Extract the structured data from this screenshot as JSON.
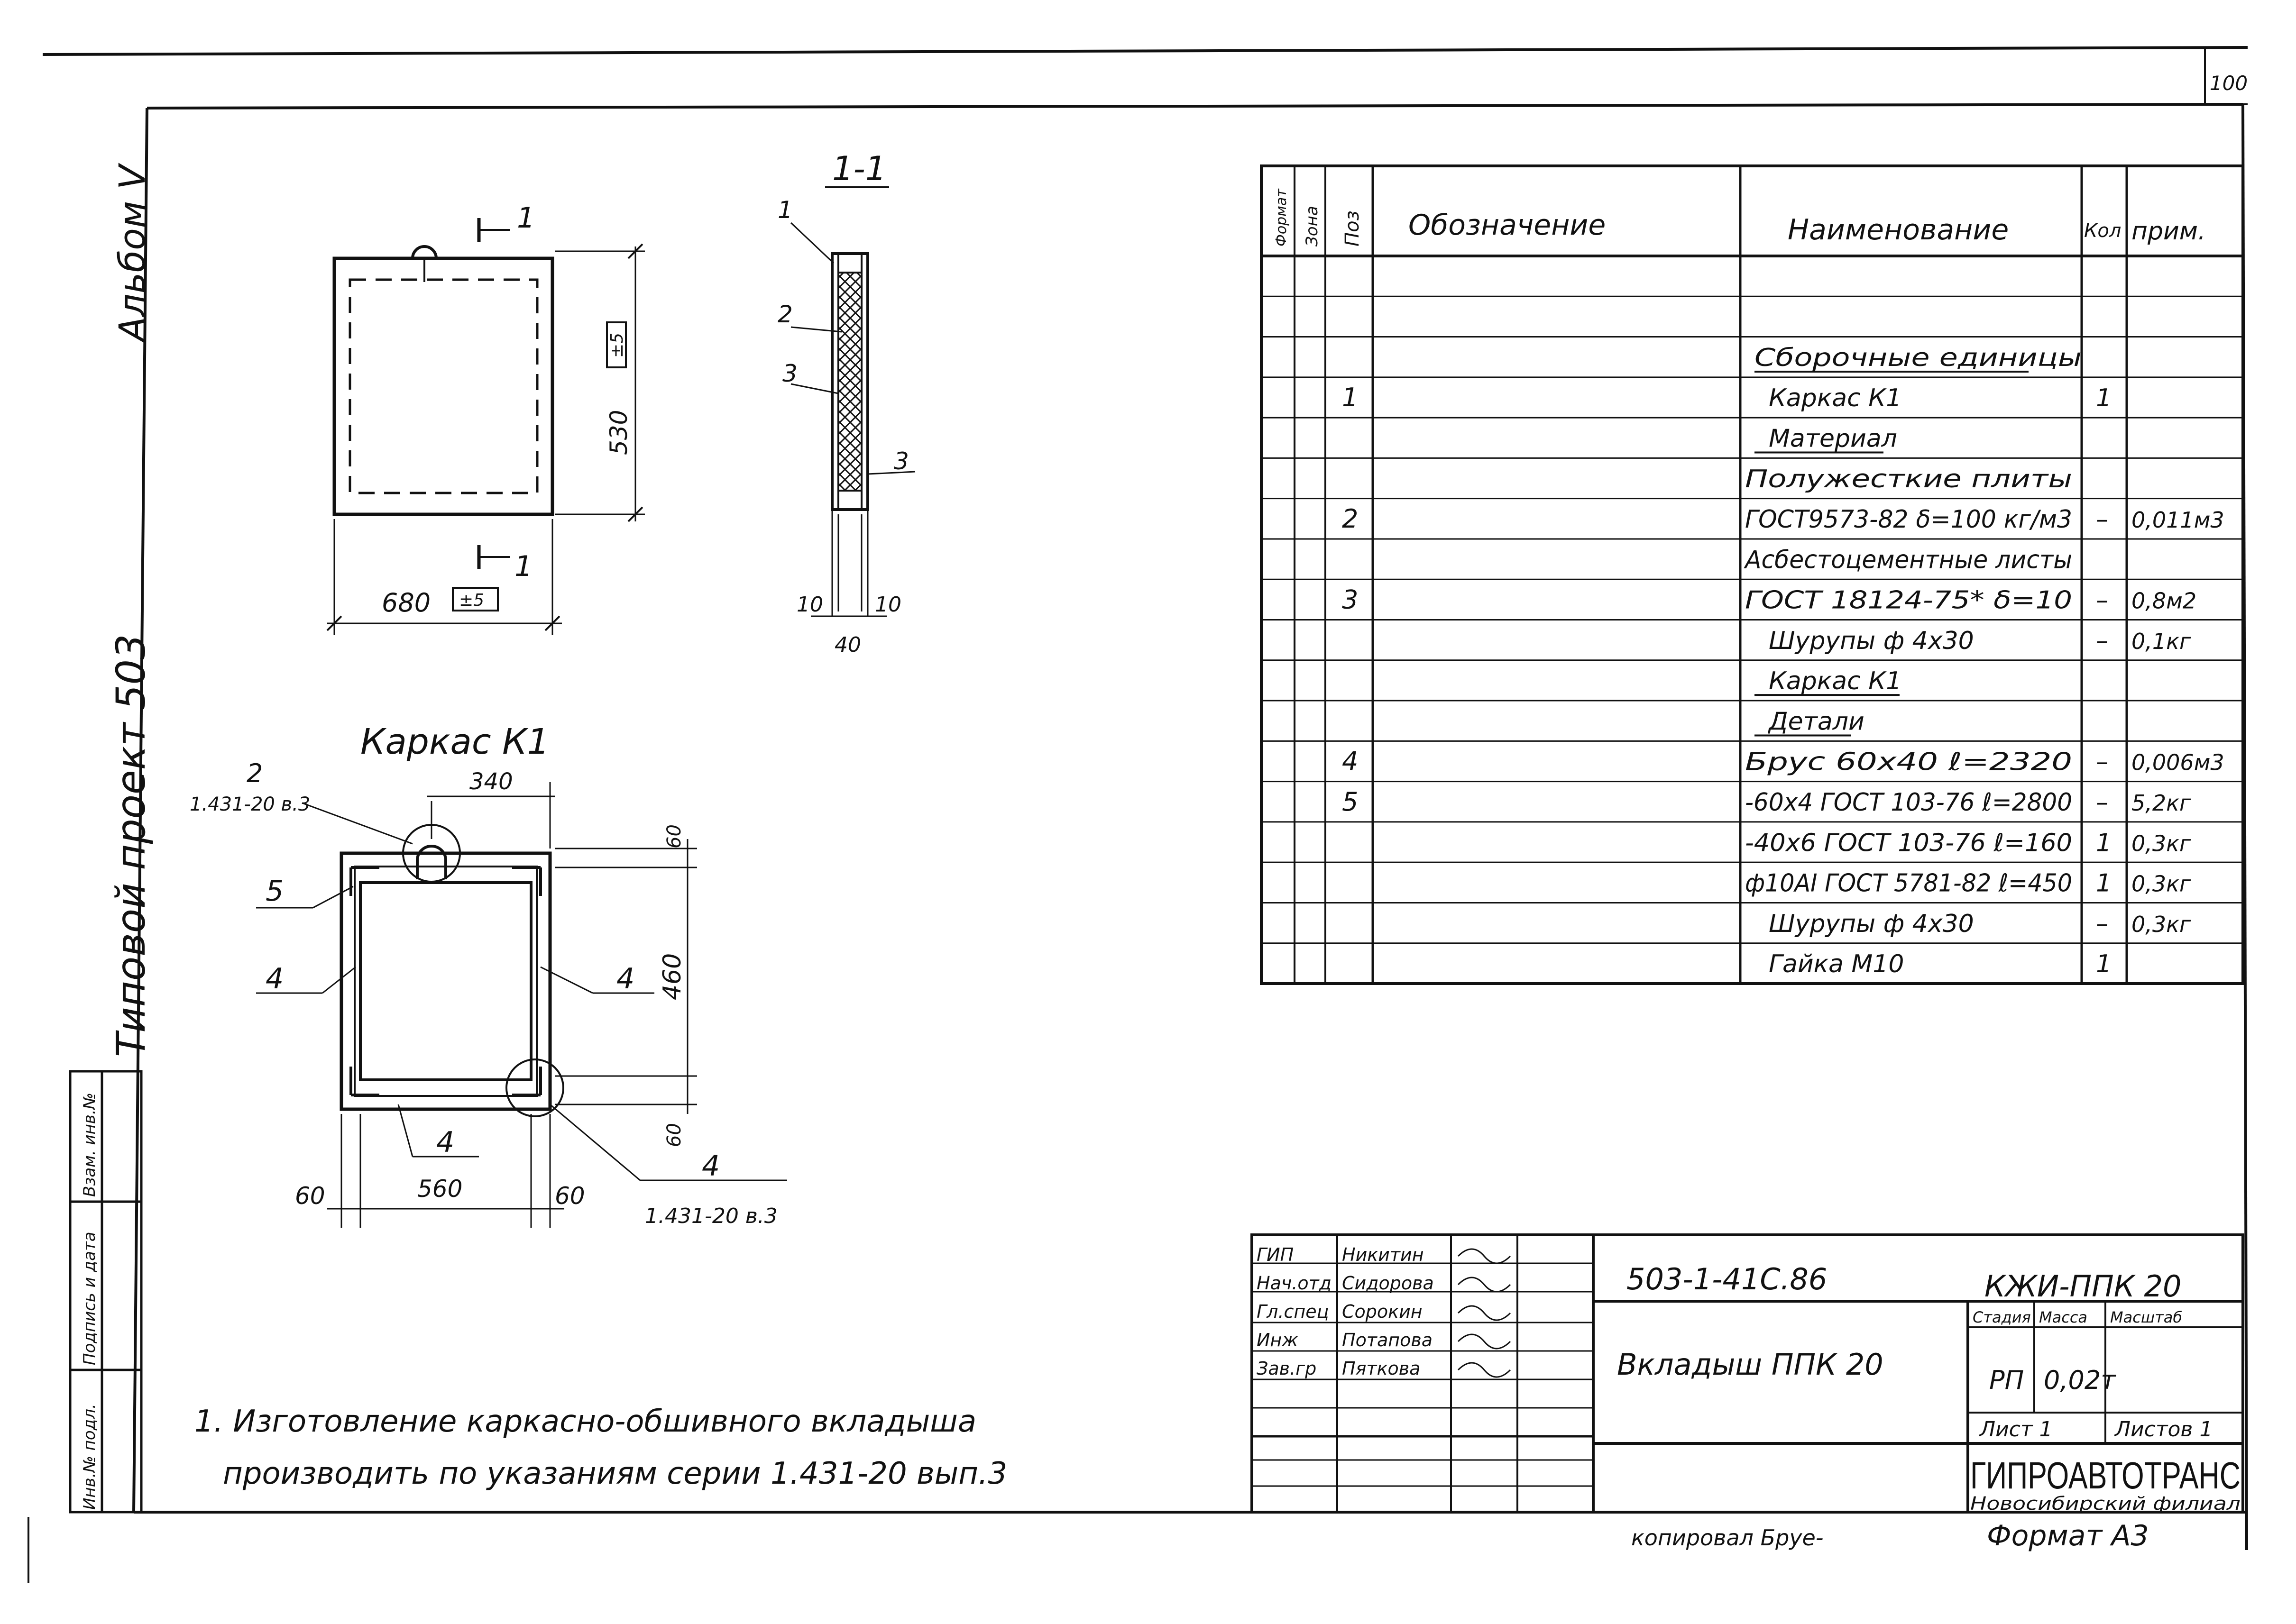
{
  "sheet": {
    "page_number": "100",
    "album": "Альбом V",
    "project": "Типовой проект 503",
    "note_1": "1. Изготовление каркасно-обшивного вкладыша",
    "note_2": "производить по указаниям серии 1.431-20 вып.3",
    "copied": "копировал Бруе-"
  },
  "views": {
    "elevation": {
      "section_mark_top": "1",
      "section_mark_bottom": "1",
      "height_dim": "530",
      "height_tol": "±5",
      "width_dim": "680",
      "width_tol": "±5"
    },
    "section": {
      "title": "1-1",
      "callouts": [
        "1",
        "2",
        "3",
        "3"
      ],
      "dim_left": "10",
      "dim_right": "10",
      "dim_total": "40"
    },
    "frame": {
      "title": "Каркас К1",
      "callout_2": "2",
      "ref_2": "1.431-20 в.3",
      "callout_5": "5",
      "callout_4a": "4",
      "callout_4b": "4",
      "callout_4c": "4",
      "callout_4d": "4",
      "ref_4": "1.431-20 в.3",
      "dim_top": "340",
      "dim_60_top": "60",
      "dim_460": "460",
      "dim_60_right": "60",
      "dim_60_left": "60",
      "dim_560": "560",
      "dim_60_bottom": "60"
    }
  },
  "spec_table": {
    "headers": {
      "format": "Формат",
      "zone": "Зона",
      "pos": "Поз",
      "designation": "Обозначение",
      "name": "Наименование",
      "qty": "Кол",
      "note": "прим."
    },
    "rows": [
      {
        "pos": "",
        "name": "",
        "qty": "",
        "note": "",
        "style": "plain"
      },
      {
        "pos": "",
        "name": "",
        "qty": "",
        "note": "",
        "style": "plain"
      },
      {
        "pos": "",
        "name": "Сборочные единицы",
        "qty": "",
        "note": "",
        "style": "heading"
      },
      {
        "pos": "1",
        "name": "Каркас К1",
        "qty": "1",
        "note": "",
        "style": "plain"
      },
      {
        "pos": "",
        "name": "Материал",
        "qty": "",
        "note": "",
        "style": "heading"
      },
      {
        "pos": "",
        "name": "Полужесткие плиты",
        "qty": "",
        "note": "",
        "style": "plain"
      },
      {
        "pos": "2",
        "name": "ГОСТ9573-82 δ=100 кг/м3",
        "qty": "–",
        "note": "0,011м3",
        "style": "plain"
      },
      {
        "pos": "",
        "name": "Асбестоцементные листы",
        "qty": "",
        "note": "",
        "style": "plain"
      },
      {
        "pos": "3",
        "name": "ГОСТ 18124-75* δ=10",
        "qty": "–",
        "note": "0,8м2",
        "style": "plain"
      },
      {
        "pos": "",
        "name": "Шурупы ф 4х30",
        "qty": "–",
        "note": "0,1кг",
        "style": "plain"
      },
      {
        "pos": "",
        "name": "Каркас К1",
        "qty": "",
        "note": "",
        "style": "heading"
      },
      {
        "pos": "",
        "name": "Детали",
        "qty": "",
        "note": "",
        "style": "heading"
      },
      {
        "pos": "4",
        "name": "Брус 60х40 ℓ=2320",
        "qty": "–",
        "note": "0,006м3",
        "style": "plain"
      },
      {
        "pos": "5",
        "name": "-60х4 ГОСТ 103-76 ℓ=2800",
        "qty": "–",
        "note": "5,2кг",
        "style": "plain"
      },
      {
        "pos": "",
        "name": "-40х6 ГОСТ 103-76 ℓ=160",
        "qty": "1",
        "note": "0,3кг",
        "style": "plain"
      },
      {
        "pos": "",
        "name": "ф10АI ГОСТ 5781-82 ℓ=450",
        "qty": "1",
        "note": "0,3кг",
        "style": "plain"
      },
      {
        "pos": "",
        "name": "Шурупы ф 4х30",
        "qty": "–",
        "note": "0,3кг",
        "style": "plain"
      },
      {
        "pos": "",
        "name": "Гайка М10",
        "qty": "1",
        "note": "",
        "style": "plain"
      }
    ]
  },
  "title_block": {
    "doc_code": "503-1-41С.86",
    "mark": "КЖИ-ППК 20",
    "title": "Вкладыш ППК 20",
    "roles": [
      "ГИП",
      "Нач.отд",
      "Гл.спец",
      "Инж",
      "Зав.гр"
    ],
    "names": [
      "Никитин",
      "Сидорова",
      "Сорокин",
      "Потапова",
      "Пяткова"
    ],
    "stage_h": "Стадия",
    "mass_h": "Масса",
    "scale_h": "Масштаб",
    "stage": "РП",
    "mass": "0,02т",
    "scale": "",
    "sheet": "Лист 1",
    "sheets": "Листов 1",
    "org": "ГИПРОАВТОТРАНС",
    "branch": "Новосибирский филиал",
    "format": "Формат А3"
  },
  "side_stamp": [
    "Взам. инв.№",
    "Подпись и дата",
    "Инв.№ подл."
  ]
}
